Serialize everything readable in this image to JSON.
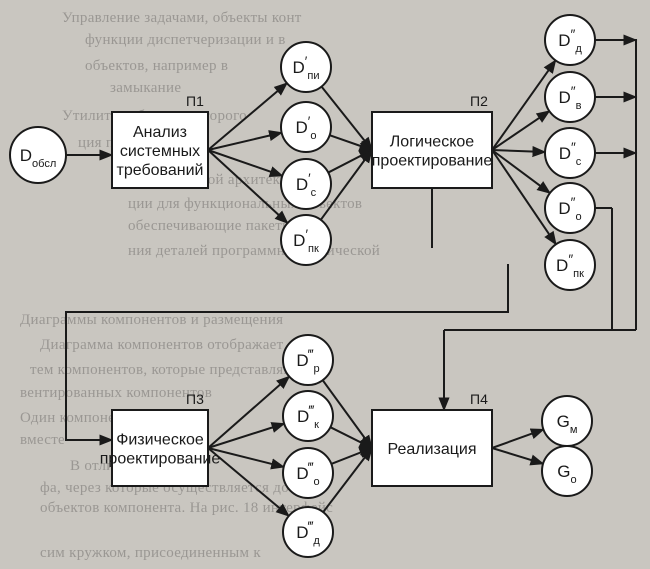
{
  "background_text": [
    "Управление задачами, объекты конт",
    "функции диспетчеризации и в",
    "объектов, например в",
    "замыкание",
    "Утилиты, объекты которого",
    "ция приложений, к",
    "сит-серверной архитектуры",
    "ции для функциональных объектов",
    "обеспечивающие пакеты",
    "ния деталей программно технической",
    "Диаграммы компонентов и размещения",
    "Диаграмма компонентов отображает",
    "тем компонентов, которые представляются",
    "вентированных компонентов",
    "Один компонент",
    "вместе",
    "В отличие от",
    "фа, через которые осуществляется доступ",
    "объектов компонента. На рис. 18 интерфейс",
    "сим кружком, присоединенным к"
  ],
  "diagram": {
    "source": {
      "main": "D",
      "sub": "обсл",
      "sup": ""
    },
    "processes": {
      "p1": {
        "tag": "П1",
        "lines": [
          "Анализ",
          "системных",
          "требований"
        ]
      },
      "p2": {
        "tag": "П2",
        "lines": [
          "Логическое",
          "проектирование"
        ]
      },
      "p3": {
        "tag": "П3",
        "lines": [
          "Физическое",
          "проектирование"
        ]
      },
      "p4": {
        "tag": "П4",
        "lines": [
          "Реализация"
        ]
      }
    },
    "p1_outputs": [
      {
        "main": "D",
        "sup": "′",
        "sub": "пи"
      },
      {
        "main": "D",
        "sup": "′",
        "sub": "о"
      },
      {
        "main": "D",
        "sup": "′",
        "sub": "с"
      },
      {
        "main": "D",
        "sup": "′",
        "sub": "пк"
      }
    ],
    "p2_outputs": [
      {
        "main": "D",
        "sup": "″",
        "sub": "д"
      },
      {
        "main": "D",
        "sup": "″",
        "sub": "в"
      },
      {
        "main": "D",
        "sup": "″",
        "sub": "с"
      },
      {
        "main": "D",
        "sup": "″",
        "sub": "о"
      },
      {
        "main": "D",
        "sup": "″",
        "sub": "пк"
      }
    ],
    "p3_outputs": [
      {
        "main": "D",
        "sup": "‴",
        "sub": "р"
      },
      {
        "main": "D",
        "sup": "‴",
        "sub": "к"
      },
      {
        "main": "D",
        "sup": "‴",
        "sub": "о"
      },
      {
        "main": "D",
        "sup": "‴",
        "sub": "д"
      }
    ],
    "p4_outputs": [
      {
        "main": "G",
        "sup": "",
        "sub": "м"
      },
      {
        "main": "G",
        "sup": "",
        "sub": "о"
      }
    ]
  }
}
